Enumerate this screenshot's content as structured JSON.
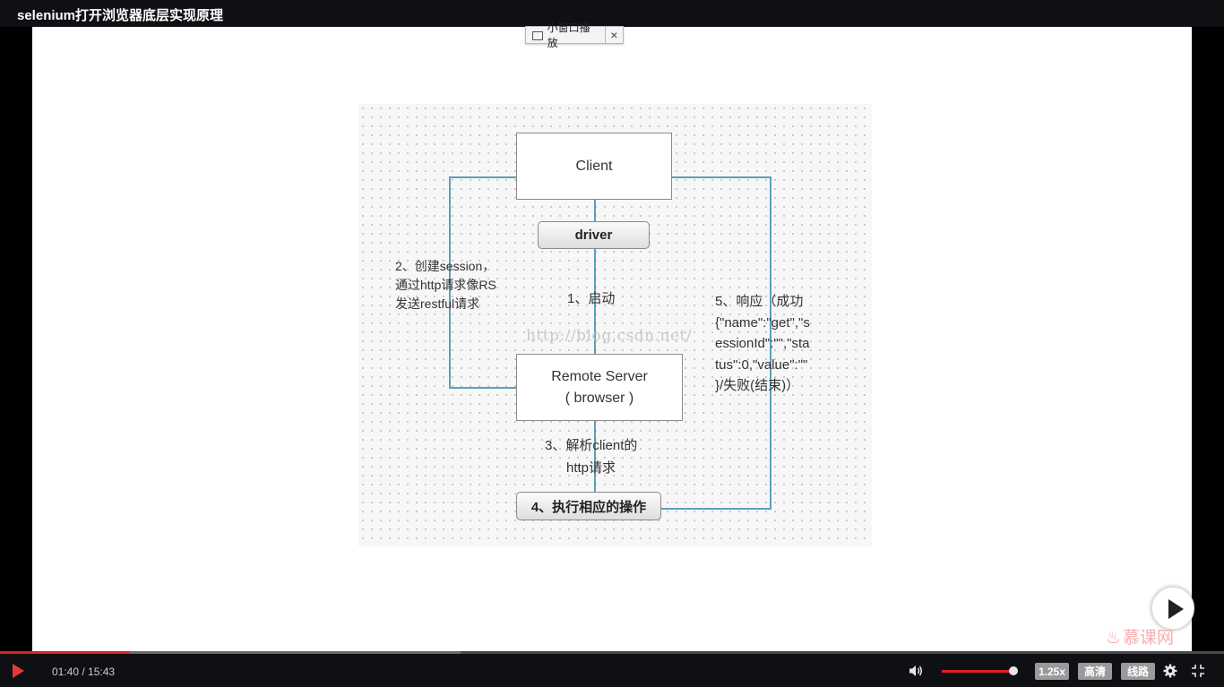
{
  "window": {
    "title": "selenium打开浏览器底层实现原理"
  },
  "mini_player": {
    "label": "小窗口播放",
    "close": "×"
  },
  "diagram": {
    "client": "Client",
    "driver": "driver",
    "remote_server_line1": "Remote Server",
    "remote_server_line2": "( browser )",
    "step1": "1、启动",
    "step2_line1": "2、创建session，",
    "step2_line2": "通过http请求像RS",
    "step2_line3": "发送restful请求",
    "step3_line1": "3、解析client的",
    "step3_line2": "http请求",
    "step4": "4、执行相应的操作",
    "step5_line1": "5、响应（成功",
    "step5_line2": "{\"name\":\"get\",\"s",
    "step5_line3": "essionId\":\"\",\"sta",
    "step5_line4": "tus\":0,\"value\":\"\"",
    "step5_line5": "}/失败(结束)）",
    "watermark": "http://blog.csdn.net/",
    "line_color": "#5aa0bf"
  },
  "logo": {
    "text": "慕课网",
    "icon": "flame-icon"
  },
  "player": {
    "current_time": "01:40",
    "duration": "15:43",
    "time_display": "01:40 / 15:43",
    "progress_fraction": 0.106,
    "volume_fraction": 1.0,
    "speed": "1.25x",
    "quality": "高清",
    "route": "线路",
    "accent_color": "#e02020"
  }
}
